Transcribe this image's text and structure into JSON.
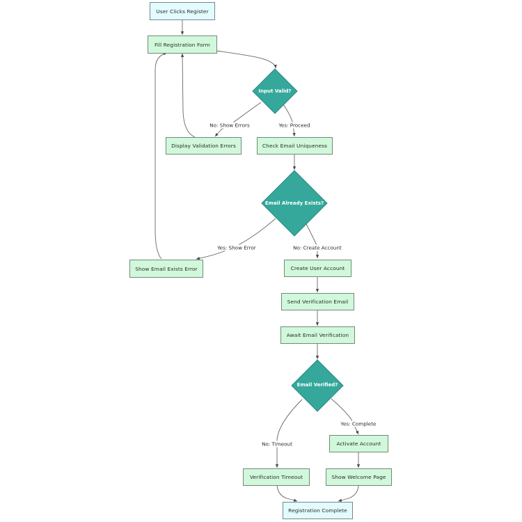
{
  "nodes": {
    "start": "User Clicks Register",
    "fill_form": "Fill Registration Form",
    "input_valid": "Input Valid?",
    "display_errors": "Display Validation Errors",
    "check_email": "Check Email Uniqueness",
    "email_exists": "Email Already Exists?",
    "show_email_error": "Show Email Exists Error",
    "create_account": "Create User Account",
    "send_verification": "Send Verification Email",
    "await_verification": "Await Email Verification",
    "email_verified": "Email Verified?",
    "activate_account": "Activate Account",
    "verification_timeout": "Verification Timeout",
    "show_welcome": "Show Welcome Page",
    "complete": "Registration Complete"
  },
  "edge_labels": {
    "no_show_errors": "No: Show Errors",
    "yes_proceed": "Yes: Proceed",
    "yes_show_error": "Yes: Show Error",
    "no_create_account": "No: Create Account",
    "yes_complete": "Yes: Complete",
    "no_timeout": "No: Timeout"
  },
  "colors": {
    "process_fill": "#d2f8dc",
    "terminal_fill": "#e3fbfc",
    "decision_fill": "#35a89b",
    "edge": "#555555"
  }
}
